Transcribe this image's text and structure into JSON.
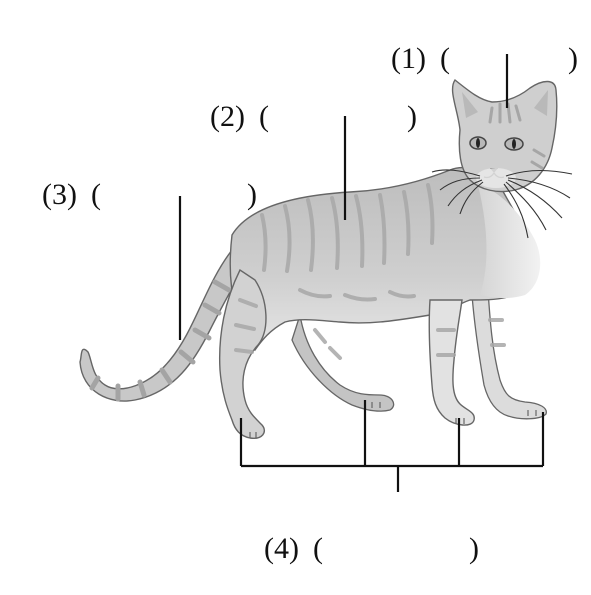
{
  "labels": [
    {
      "number": "(1)",
      "open": "(",
      "close": ")",
      "answer": ""
    },
    {
      "number": "(2)",
      "open": "(",
      "close": ")",
      "answer": ""
    },
    {
      "number": "(3)",
      "open": "(",
      "close": ")",
      "answer": ""
    },
    {
      "number": "(4)",
      "open": "(",
      "close": ")",
      "answer": ""
    }
  ],
  "icons": {
    "figure": "cat-illustration"
  },
  "colors": {
    "fur": "#c9c9c9",
    "fur_light": "#e8e8e8",
    "stripe": "#a9a9a9",
    "outline": "#555555",
    "leader_line": "#111111"
  }
}
